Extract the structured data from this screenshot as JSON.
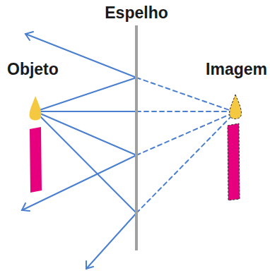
{
  "diagram": {
    "labels": [
      "Espelho",
      "Objeto",
      "Imagem"
    ]
  }
}
